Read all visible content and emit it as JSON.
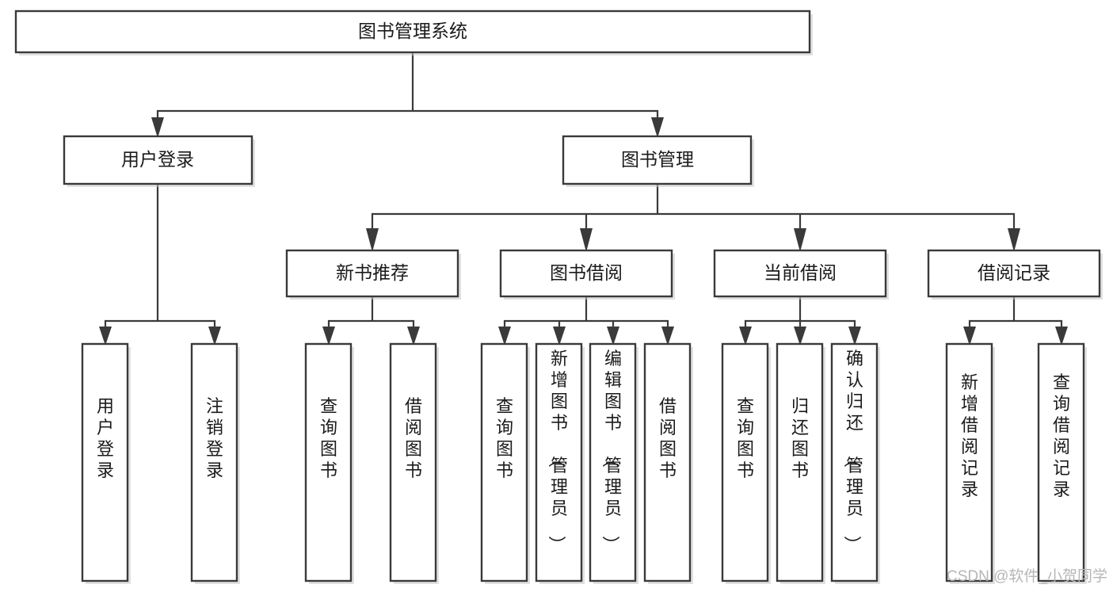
{
  "diagram": {
    "title": "图书管理系统",
    "type": "tree-hierarchy-chart",
    "orientation": "top-down",
    "colors": {
      "box_fill": "#ffffff",
      "box_stroke": "#3a3a3a",
      "connector": "#3a3a3a",
      "text": "#1a1a1a",
      "watermark": "#b6b6b6",
      "background": "#ffffff"
    }
  },
  "nodes": {
    "root": {
      "label": "图书管理系统",
      "level": 1,
      "orientation": "horizontal"
    },
    "level2": [
      {
        "id": "user-login",
        "label": "用户登录",
        "orientation": "horizontal"
      },
      {
        "id": "book-management",
        "label": "图书管理",
        "orientation": "horizontal"
      }
    ],
    "level3": [
      {
        "id": "new-book-recommend",
        "label": "新书推荐",
        "orientation": "horizontal"
      },
      {
        "id": "book-borrow",
        "label": "图书借阅",
        "orientation": "horizontal"
      },
      {
        "id": "current-borrow",
        "label": "当前借阅",
        "orientation": "horizontal"
      },
      {
        "id": "borrow-record",
        "label": "借阅记录",
        "orientation": "horizontal"
      }
    ],
    "leaves": [
      {
        "id": "leaf-user-login",
        "label": "用户登录",
        "parent": "user-login",
        "orientation": "vertical"
      },
      {
        "id": "leaf-user-logout",
        "label": "注销登录",
        "parent": "user-login",
        "orientation": "vertical"
      },
      {
        "id": "leaf-query-book-1",
        "label": "查询图书",
        "parent": "new-book-recommend",
        "orientation": "vertical"
      },
      {
        "id": "leaf-borrow-book-1",
        "label": "借阅图书",
        "parent": "new-book-recommend",
        "orientation": "vertical"
      },
      {
        "id": "leaf-query-book-2",
        "label": "查询图书",
        "parent": "book-borrow",
        "orientation": "vertical"
      },
      {
        "id": "leaf-add-book",
        "label": "新增图书（管理员）",
        "parent": "book-borrow",
        "orientation": "vertical"
      },
      {
        "id": "leaf-edit-book",
        "label": "编辑图书（管理员）",
        "parent": "book-borrow",
        "orientation": "vertical"
      },
      {
        "id": "leaf-borrow-book-2",
        "label": "借阅图书",
        "parent": "book-borrow",
        "orientation": "vertical"
      },
      {
        "id": "leaf-query-book-3",
        "label": "查询图书",
        "parent": "current-borrow",
        "orientation": "vertical"
      },
      {
        "id": "leaf-return-book",
        "label": "归还图书",
        "parent": "current-borrow",
        "orientation": "vertical"
      },
      {
        "id": "leaf-confirm-return",
        "label": "确认归还（管理员）",
        "parent": "current-borrow",
        "orientation": "vertical"
      },
      {
        "id": "leaf-add-record",
        "label": "新增借阅记录",
        "parent": "borrow-record",
        "orientation": "vertical"
      },
      {
        "id": "leaf-query-record",
        "label": "查询借阅记录",
        "parent": "borrow-record",
        "orientation": "vertical"
      }
    ]
  },
  "watermark": {
    "text": "CSDN @软件_小贺同学"
  }
}
